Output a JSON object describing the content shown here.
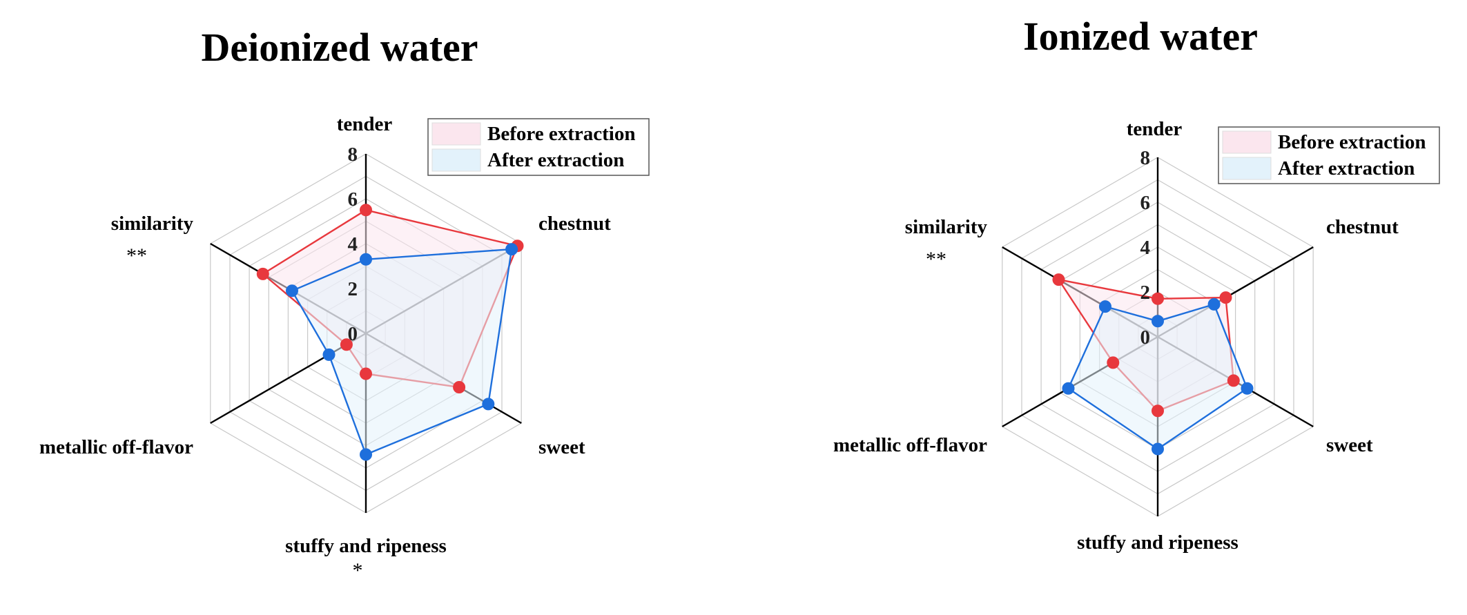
{
  "colors": {
    "before_line": "#e8383d",
    "before_fill": "#fbe6ee",
    "after_line": "#1e6fdc",
    "after_fill": "#e3f2fb"
  },
  "chart_data": [
    {
      "type": "radar",
      "title": "Deionized water",
      "axes": [
        "tender",
        "chestnut",
        "sweet",
        "stuffy and ripeness",
        "metallic off-flavor",
        "similarity"
      ],
      "significance": [
        "",
        "",
        "",
        "*",
        "",
        "**"
      ],
      "rticks": [
        0,
        2,
        4,
        6,
        8
      ],
      "rlim": [
        0,
        8
      ],
      "legend_position": "top-right",
      "legend": [
        "Before extraction",
        "After extraction"
      ],
      "series": [
        {
          "name": "Before extraction",
          "values": [
            5.5,
            7.8,
            4.8,
            1.8,
            1.0,
            5.3
          ]
        },
        {
          "name": "After extraction",
          "values": [
            3.3,
            7.5,
            6.3,
            5.4,
            1.9,
            3.8
          ]
        }
      ]
    },
    {
      "type": "radar",
      "title": "Ionized water",
      "axes": [
        "tender",
        "chestnut",
        "sweet",
        "stuffy and ripeness",
        "metallic off-flavor",
        "similarity"
      ],
      "significance": [
        "",
        "",
        "",
        "",
        "",
        "**"
      ],
      "rticks": [
        0,
        2,
        4,
        6,
        8
      ],
      "rlim": [
        0,
        8
      ],
      "legend_position": "top-right",
      "legend": [
        "Before extraction",
        "After extraction"
      ],
      "series": [
        {
          "name": "Before extraction",
          "values": [
            1.7,
            3.5,
            3.9,
            3.3,
            2.3,
            5.1
          ]
        },
        {
          "name": "After extraction",
          "values": [
            0.7,
            2.9,
            4.6,
            5.0,
            4.6,
            2.7
          ]
        }
      ]
    }
  ]
}
